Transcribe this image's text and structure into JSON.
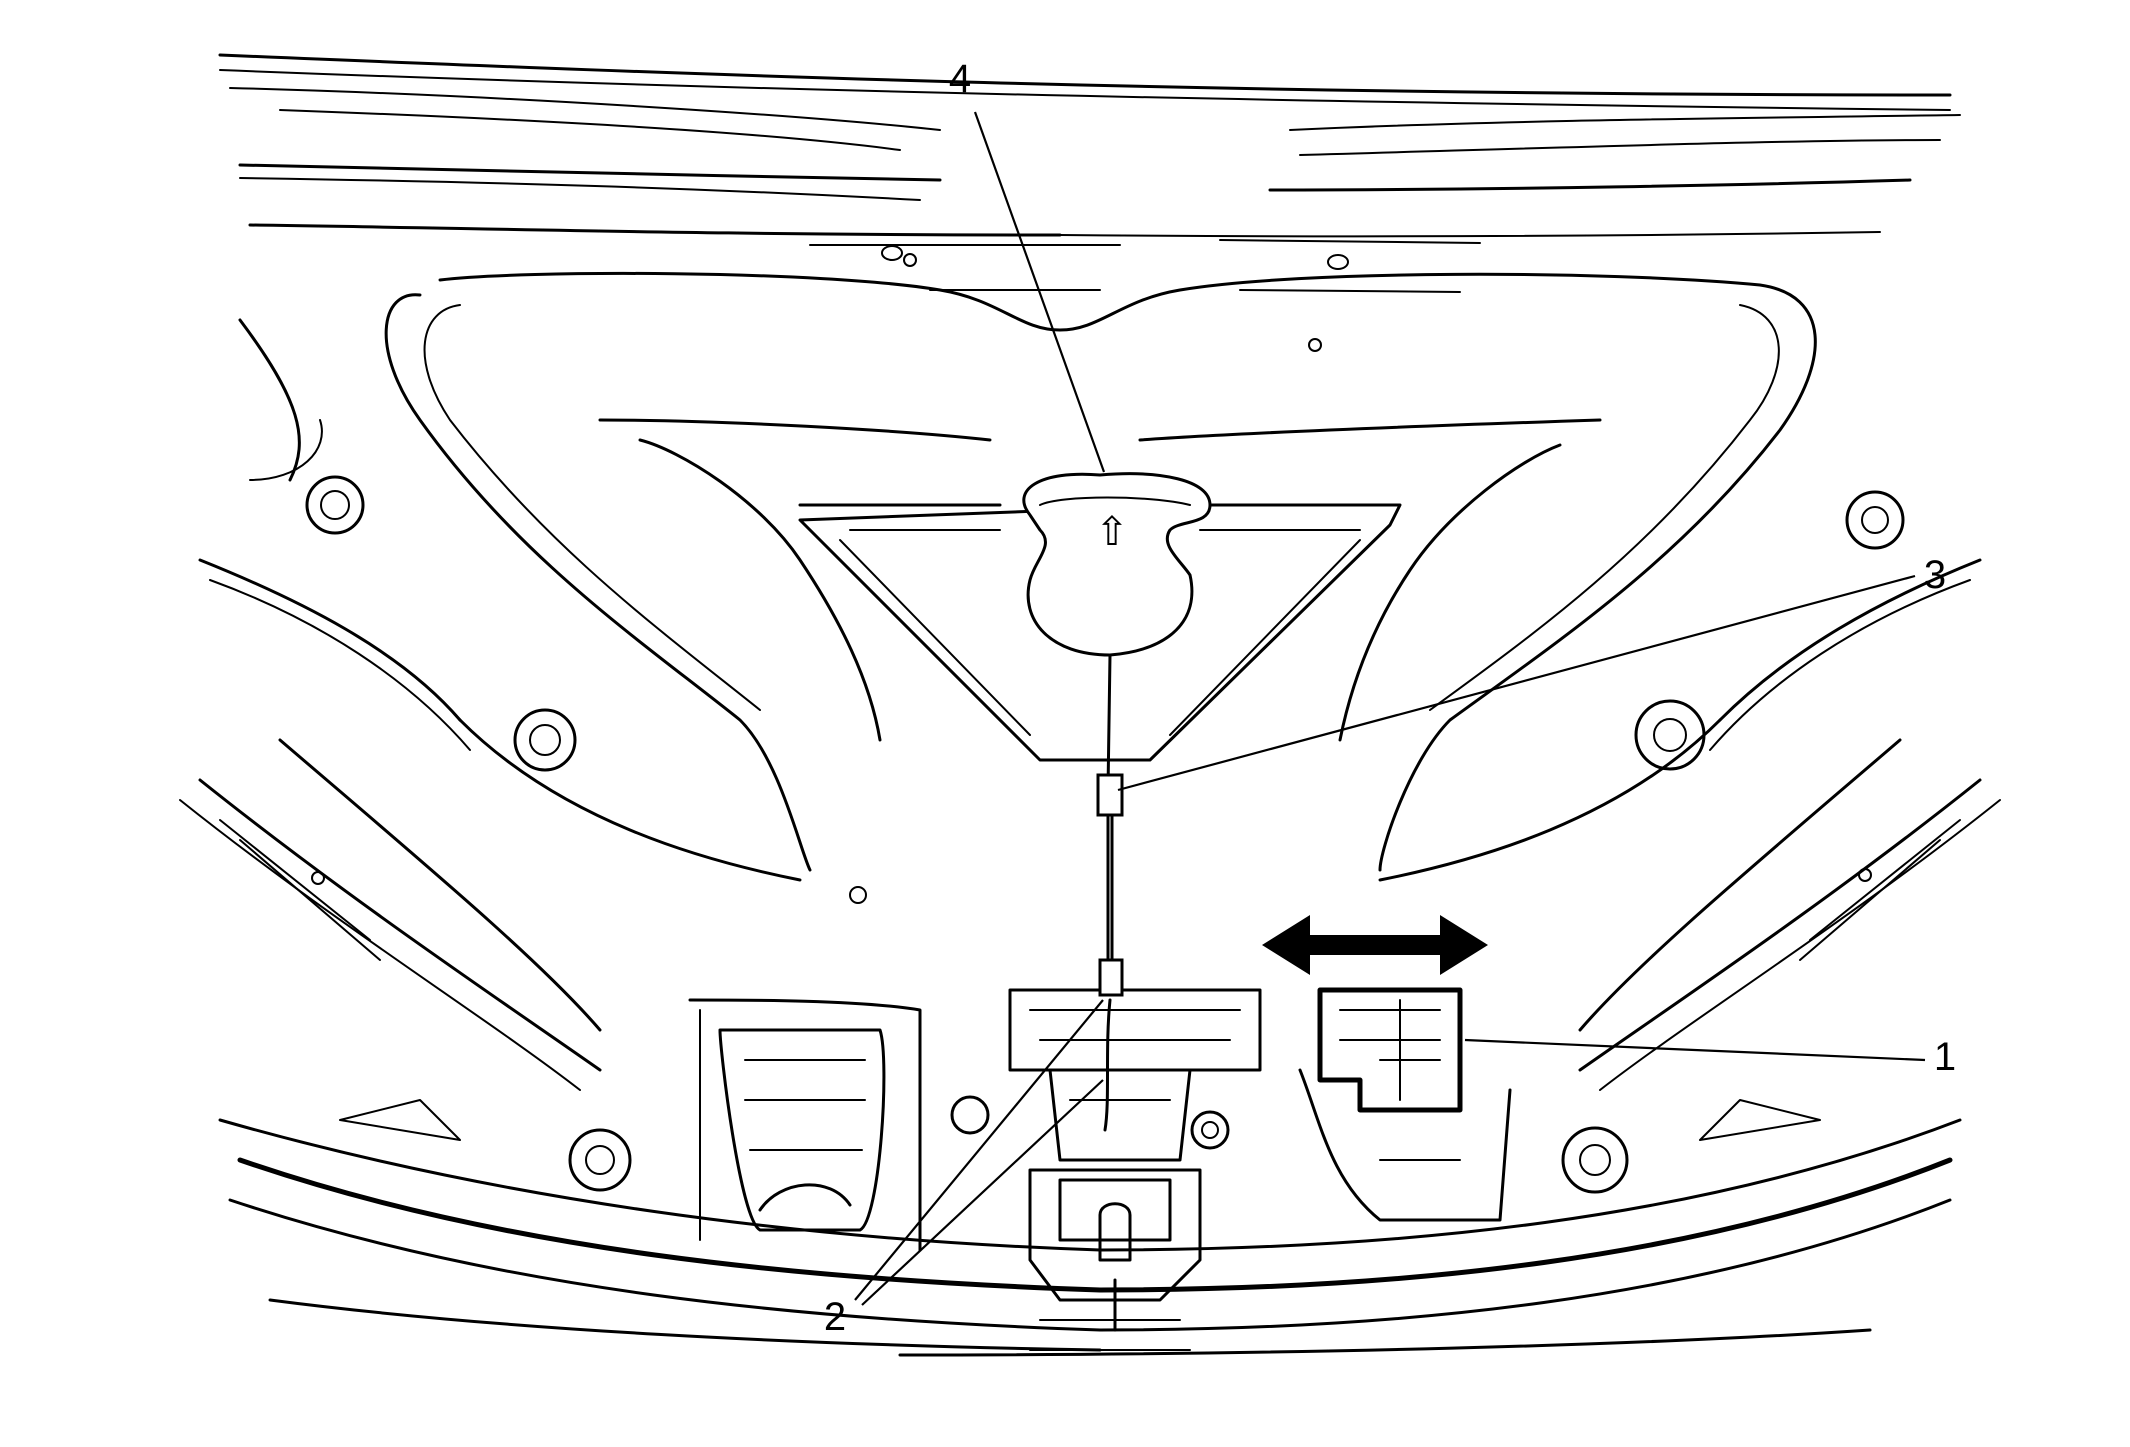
{
  "figure": {
    "callouts": [
      {
        "id": "c1",
        "label": "1"
      },
      {
        "id": "c2",
        "label": "2"
      },
      {
        "id": "c3",
        "label": "3"
      },
      {
        "id": "c4",
        "label": "4"
      }
    ],
    "arrow": {
      "kind": "double-headed",
      "meaning": "slide direction"
    },
    "handle_glyph": "⇧"
  }
}
